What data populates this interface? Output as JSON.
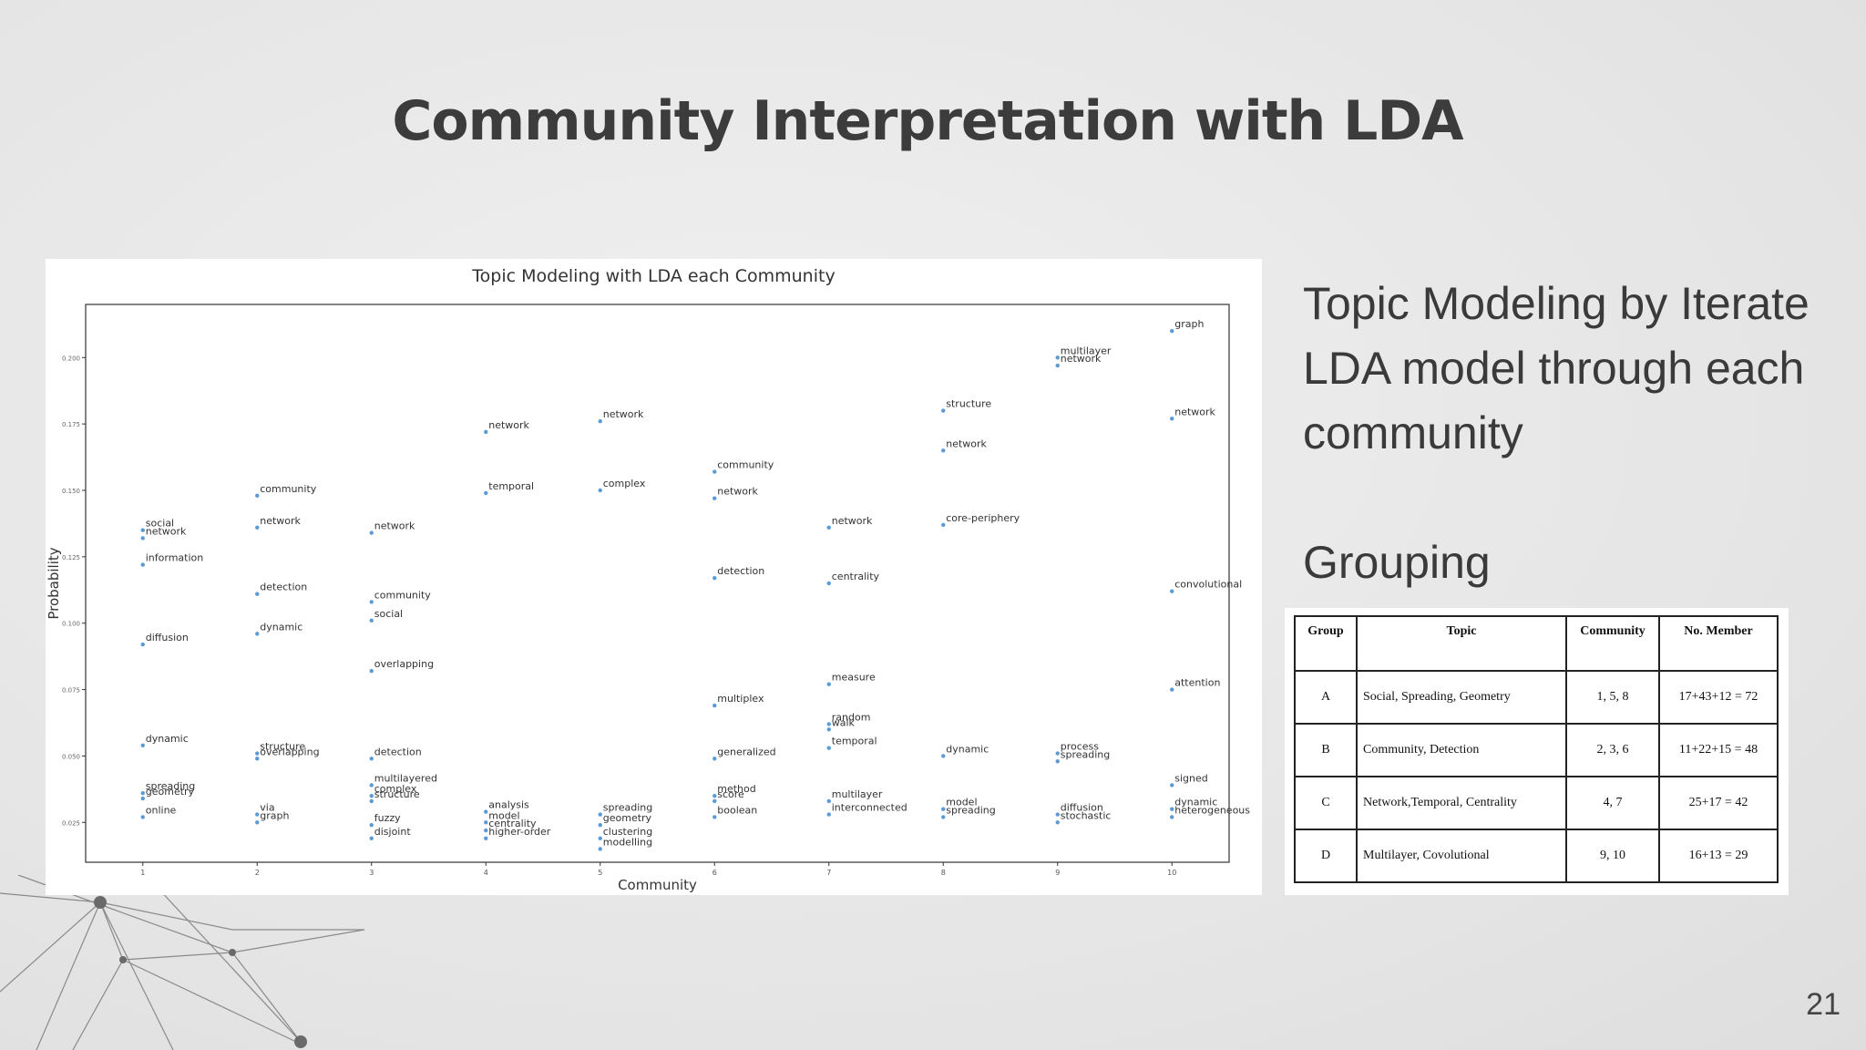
{
  "slide": {
    "title": "Community Interpretation with LDA",
    "description": "Topic Modeling by Iterate LDA model through each community",
    "grouping_heading": "Grouping",
    "page_number": "21"
  },
  "chart_data": {
    "type": "scatter",
    "title": "Topic Modeling with LDA each Community",
    "xlabel": "Community",
    "ylabel": "Probability",
    "xlim": [
      0.5,
      10.5
    ],
    "ylim": [
      0.01,
      0.22
    ],
    "x_ticks": [
      1,
      2,
      3,
      4,
      5,
      6,
      7,
      8,
      9,
      10
    ],
    "y_ticks": [
      {
        "value": 0.025,
        "label": "0.025"
      },
      {
        "value": 0.05,
        "label": "0.050"
      },
      {
        "value": 0.075,
        "label": "0.075"
      },
      {
        "value": 0.1,
        "label": "0.100"
      },
      {
        "value": 0.125,
        "label": "0.125"
      },
      {
        "value": 0.15,
        "label": "0.150"
      },
      {
        "value": 0.175,
        "label": "0.175"
      },
      {
        "value": 0.2,
        "label": "0.200"
      }
    ],
    "grid": false,
    "point_color": "#5b9bd5",
    "points": [
      {
        "x": 1,
        "y": 0.135,
        "label": "social"
      },
      {
        "x": 1,
        "y": 0.132,
        "label": "network"
      },
      {
        "x": 1,
        "y": 0.122,
        "label": "information"
      },
      {
        "x": 1,
        "y": 0.092,
        "label": "diffusion"
      },
      {
        "x": 1,
        "y": 0.054,
        "label": "dynamic"
      },
      {
        "x": 1,
        "y": 0.036,
        "label": "spreading"
      },
      {
        "x": 1,
        "y": 0.034,
        "label": "geometry"
      },
      {
        "x": 1,
        "y": 0.027,
        "label": "online"
      },
      {
        "x": 2,
        "y": 0.148,
        "label": "community"
      },
      {
        "x": 2,
        "y": 0.136,
        "label": "network"
      },
      {
        "x": 2,
        "y": 0.111,
        "label": "detection"
      },
      {
        "x": 2,
        "y": 0.096,
        "label": "dynamic"
      },
      {
        "x": 2,
        "y": 0.051,
        "label": "structure"
      },
      {
        "x": 2,
        "y": 0.049,
        "label": "overlapping"
      },
      {
        "x": 2,
        "y": 0.028,
        "label": "via"
      },
      {
        "x": 2,
        "y": 0.025,
        "label": "graph"
      },
      {
        "x": 3,
        "y": 0.134,
        "label": "network"
      },
      {
        "x": 3,
        "y": 0.108,
        "label": "community"
      },
      {
        "x": 3,
        "y": 0.101,
        "label": "social"
      },
      {
        "x": 3,
        "y": 0.082,
        "label": "overlapping"
      },
      {
        "x": 3,
        "y": 0.049,
        "label": "detection"
      },
      {
        "x": 3,
        "y": 0.039,
        "label": "multilayered"
      },
      {
        "x": 3,
        "y": 0.035,
        "label": "complex"
      },
      {
        "x": 3,
        "y": 0.033,
        "label": "structure"
      },
      {
        "x": 3,
        "y": 0.024,
        "label": "fuzzy"
      },
      {
        "x": 3,
        "y": 0.019,
        "label": "disjoint"
      },
      {
        "x": 4,
        "y": 0.172,
        "label": "network"
      },
      {
        "x": 4,
        "y": 0.149,
        "label": "temporal"
      },
      {
        "x": 4,
        "y": 0.029,
        "label": "analysis"
      },
      {
        "x": 4,
        "y": 0.025,
        "label": "model"
      },
      {
        "x": 4,
        "y": 0.022,
        "label": "centrality"
      },
      {
        "x": 4,
        "y": 0.019,
        "label": "higher-order"
      },
      {
        "x": 5,
        "y": 0.176,
        "label": "network"
      },
      {
        "x": 5,
        "y": 0.15,
        "label": "complex"
      },
      {
        "x": 5,
        "y": 0.028,
        "label": "spreading"
      },
      {
        "x": 5,
        "y": 0.024,
        "label": "geometry"
      },
      {
        "x": 5,
        "y": 0.019,
        "label": "clustering"
      },
      {
        "x": 5,
        "y": 0.015,
        "label": "modelling"
      },
      {
        "x": 6,
        "y": 0.157,
        "label": "community"
      },
      {
        "x": 6,
        "y": 0.147,
        "label": "network"
      },
      {
        "x": 6,
        "y": 0.117,
        "label": "detection"
      },
      {
        "x": 6,
        "y": 0.069,
        "label": "multiplex"
      },
      {
        "x": 6,
        "y": 0.049,
        "label": "generalized"
      },
      {
        "x": 6,
        "y": 0.035,
        "label": "method"
      },
      {
        "x": 6,
        "y": 0.033,
        "label": "score"
      },
      {
        "x": 6,
        "y": 0.027,
        "label": "boolean"
      },
      {
        "x": 7,
        "y": 0.136,
        "label": "network"
      },
      {
        "x": 7,
        "y": 0.115,
        "label": "centrality"
      },
      {
        "x": 7,
        "y": 0.077,
        "label": "measure"
      },
      {
        "x": 7,
        "y": 0.062,
        "label": "random"
      },
      {
        "x": 7,
        "y": 0.06,
        "label": "walk"
      },
      {
        "x": 7,
        "y": 0.053,
        "label": "temporal"
      },
      {
        "x": 7,
        "y": 0.033,
        "label": "multilayer"
      },
      {
        "x": 7,
        "y": 0.028,
        "label": "interconnected"
      },
      {
        "x": 8,
        "y": 0.18,
        "label": "structure"
      },
      {
        "x": 8,
        "y": 0.165,
        "label": "network"
      },
      {
        "x": 8,
        "y": 0.137,
        "label": "core-periphery"
      },
      {
        "x": 8,
        "y": 0.05,
        "label": "dynamic"
      },
      {
        "x": 8,
        "y": 0.03,
        "label": "model"
      },
      {
        "x": 8,
        "y": 0.027,
        "label": "spreading"
      },
      {
        "x": 9,
        "y": 0.2,
        "label": "multilayer"
      },
      {
        "x": 9,
        "y": 0.197,
        "label": "network"
      },
      {
        "x": 9,
        "y": 0.051,
        "label": "process"
      },
      {
        "x": 9,
        "y": 0.048,
        "label": "spreading"
      },
      {
        "x": 9,
        "y": 0.028,
        "label": "diffusion"
      },
      {
        "x": 9,
        "y": 0.025,
        "label": "stochastic"
      },
      {
        "x": 10,
        "y": 0.21,
        "label": "graph"
      },
      {
        "x": 10,
        "y": 0.177,
        "label": "network"
      },
      {
        "x": 10,
        "y": 0.112,
        "label": "convolutional"
      },
      {
        "x": 10,
        "y": 0.075,
        "label": "attention"
      },
      {
        "x": 10,
        "y": 0.039,
        "label": "signed"
      },
      {
        "x": 10,
        "y": 0.03,
        "label": "dynamic"
      },
      {
        "x": 10,
        "y": 0.027,
        "label": "heterogeneous"
      }
    ]
  },
  "table": {
    "headers": [
      "Group",
      "Topic",
      "Community",
      "No. Member"
    ],
    "rows": [
      [
        "A",
        "Social, Spreading, Geometry",
        "1, 5, 8",
        "17+43+12 = 72"
      ],
      [
        "B",
        "Community, Detection",
        "2, 3, 6",
        "11+22+15 = 48"
      ],
      [
        "C",
        "Network,Temporal, Centrality",
        "4, 7",
        "25+17 = 42"
      ],
      [
        "D",
        "Multilayer, Covolutional",
        "9, 10",
        "16+13 = 29"
      ]
    ]
  }
}
